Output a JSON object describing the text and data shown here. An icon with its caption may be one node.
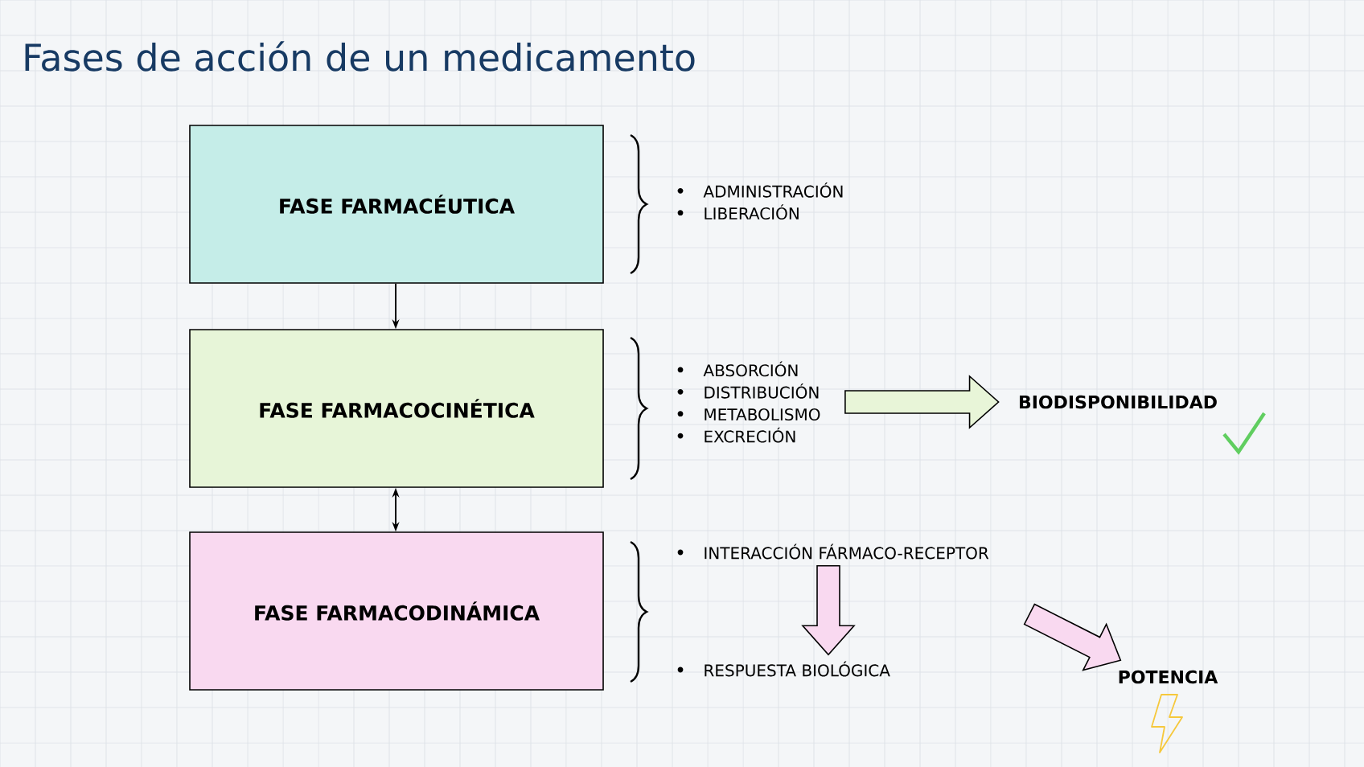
{
  "diagram": {
    "title": "Fases de acción de un medicamento",
    "nodes": [
      {
        "text": [
          "FASE FARMACÉUTICA"
        ]
      },
      {
        "text": [
          "FASE FARMACOCINÉTICA"
        ]
      },
      {
        "text": [
          "FASE FARMACODINÁMICA"
        ]
      },
      {
        "text": [
          "ADMINISTRACIÓN",
          "LIBERACIÓN"
        ]
      },
      {
        "text": [
          "ABSORCIÓN",
          "DISTRIBUCIÓN",
          "METABOLISMO",
          "EXCRECIÓN"
        ]
      },
      {
        "text": [
          "BIODISPONIBILIDAD"
        ]
      },
      {
        "text": [
          "INTERACCIÓN FÁRMACO-RECEPTOR"
        ]
      },
      {
        "text": [
          "RESPUESTA BIOLÓGICA"
        ]
      },
      {
        "text": [
          "POTENCIA"
        ]
      }
    ],
    "edges": [
      {
        "from": 0,
        "to": 1,
        "arrow": "to"
      },
      {
        "from": 1,
        "to": 2,
        "arrow": "both"
      },
      {
        "from": 4,
        "to": 5,
        "arrow": "to",
        "style": "thick",
        "color": "#e8f5d8"
      },
      {
        "from": 6,
        "to": 7,
        "arrow": "to",
        "style": "thick",
        "color": "#f9d9f0"
      },
      {
        "from": null,
        "to": 8,
        "arrow": "to",
        "style": "thick",
        "color": "#f9d9f0"
      }
    ]
  }
}
